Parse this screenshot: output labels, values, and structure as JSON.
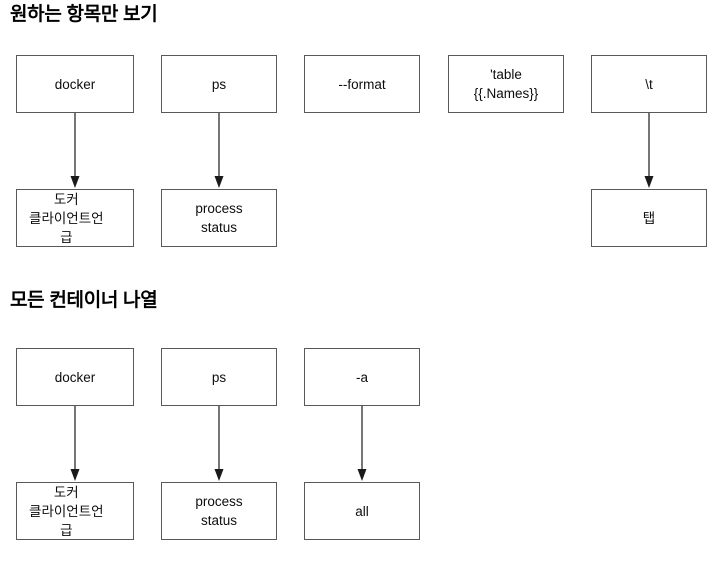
{
  "page": {
    "background": "#ffffff",
    "box_border_color": "#595959",
    "arrow_color": "#1a1a1a",
    "text_color": "#0d0d0d"
  },
  "sections": [
    {
      "title": "원하는 항목만 보기",
      "command_nodes": [
        {
          "label": "docker"
        },
        {
          "label": "ps"
        },
        {
          "label": "--format"
        },
        {
          "label": "'table\n{{.Names}}"
        },
        {
          "label": "\\t"
        }
      ],
      "result_nodes": [
        {
          "label": "도커\n클라이언트언\n급"
        },
        {
          "label": "process\nstatus"
        },
        {
          "label": "탭"
        }
      ],
      "arrows": [
        "docker",
        "ps",
        "\\t"
      ]
    },
    {
      "title": "모든 컨테이너 나열",
      "command_nodes": [
        {
          "label": "docker"
        },
        {
          "label": "ps"
        },
        {
          "label": "-a"
        }
      ],
      "result_nodes": [
        {
          "label": "도커\n클라이언트언\n급"
        },
        {
          "label": "process\nstatus"
        },
        {
          "label": "all"
        }
      ],
      "arrows": [
        "docker",
        "ps",
        "-a"
      ]
    }
  ]
}
